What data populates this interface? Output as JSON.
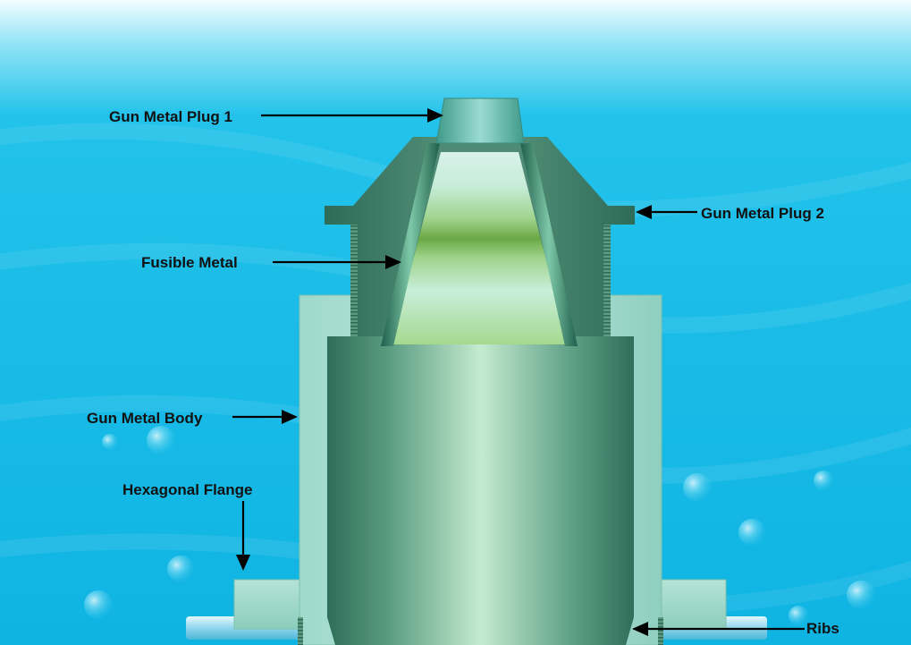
{
  "labels": {
    "plug1": "Gun Metal Plug 1",
    "plug2": "Gun Metal Plug 2",
    "fusible": "Fusible Metal",
    "body": "Gun Metal Body",
    "flange": "Hexagonal Flange",
    "ribs": "Ribs"
  },
  "colors": {
    "water_top": "#e8fbff",
    "water": "#10b7e6",
    "metal_dark": "#2f6e5a",
    "metal_light": "#c6ecd6",
    "fusible": "#7ab54a",
    "arrow": "#000000"
  }
}
